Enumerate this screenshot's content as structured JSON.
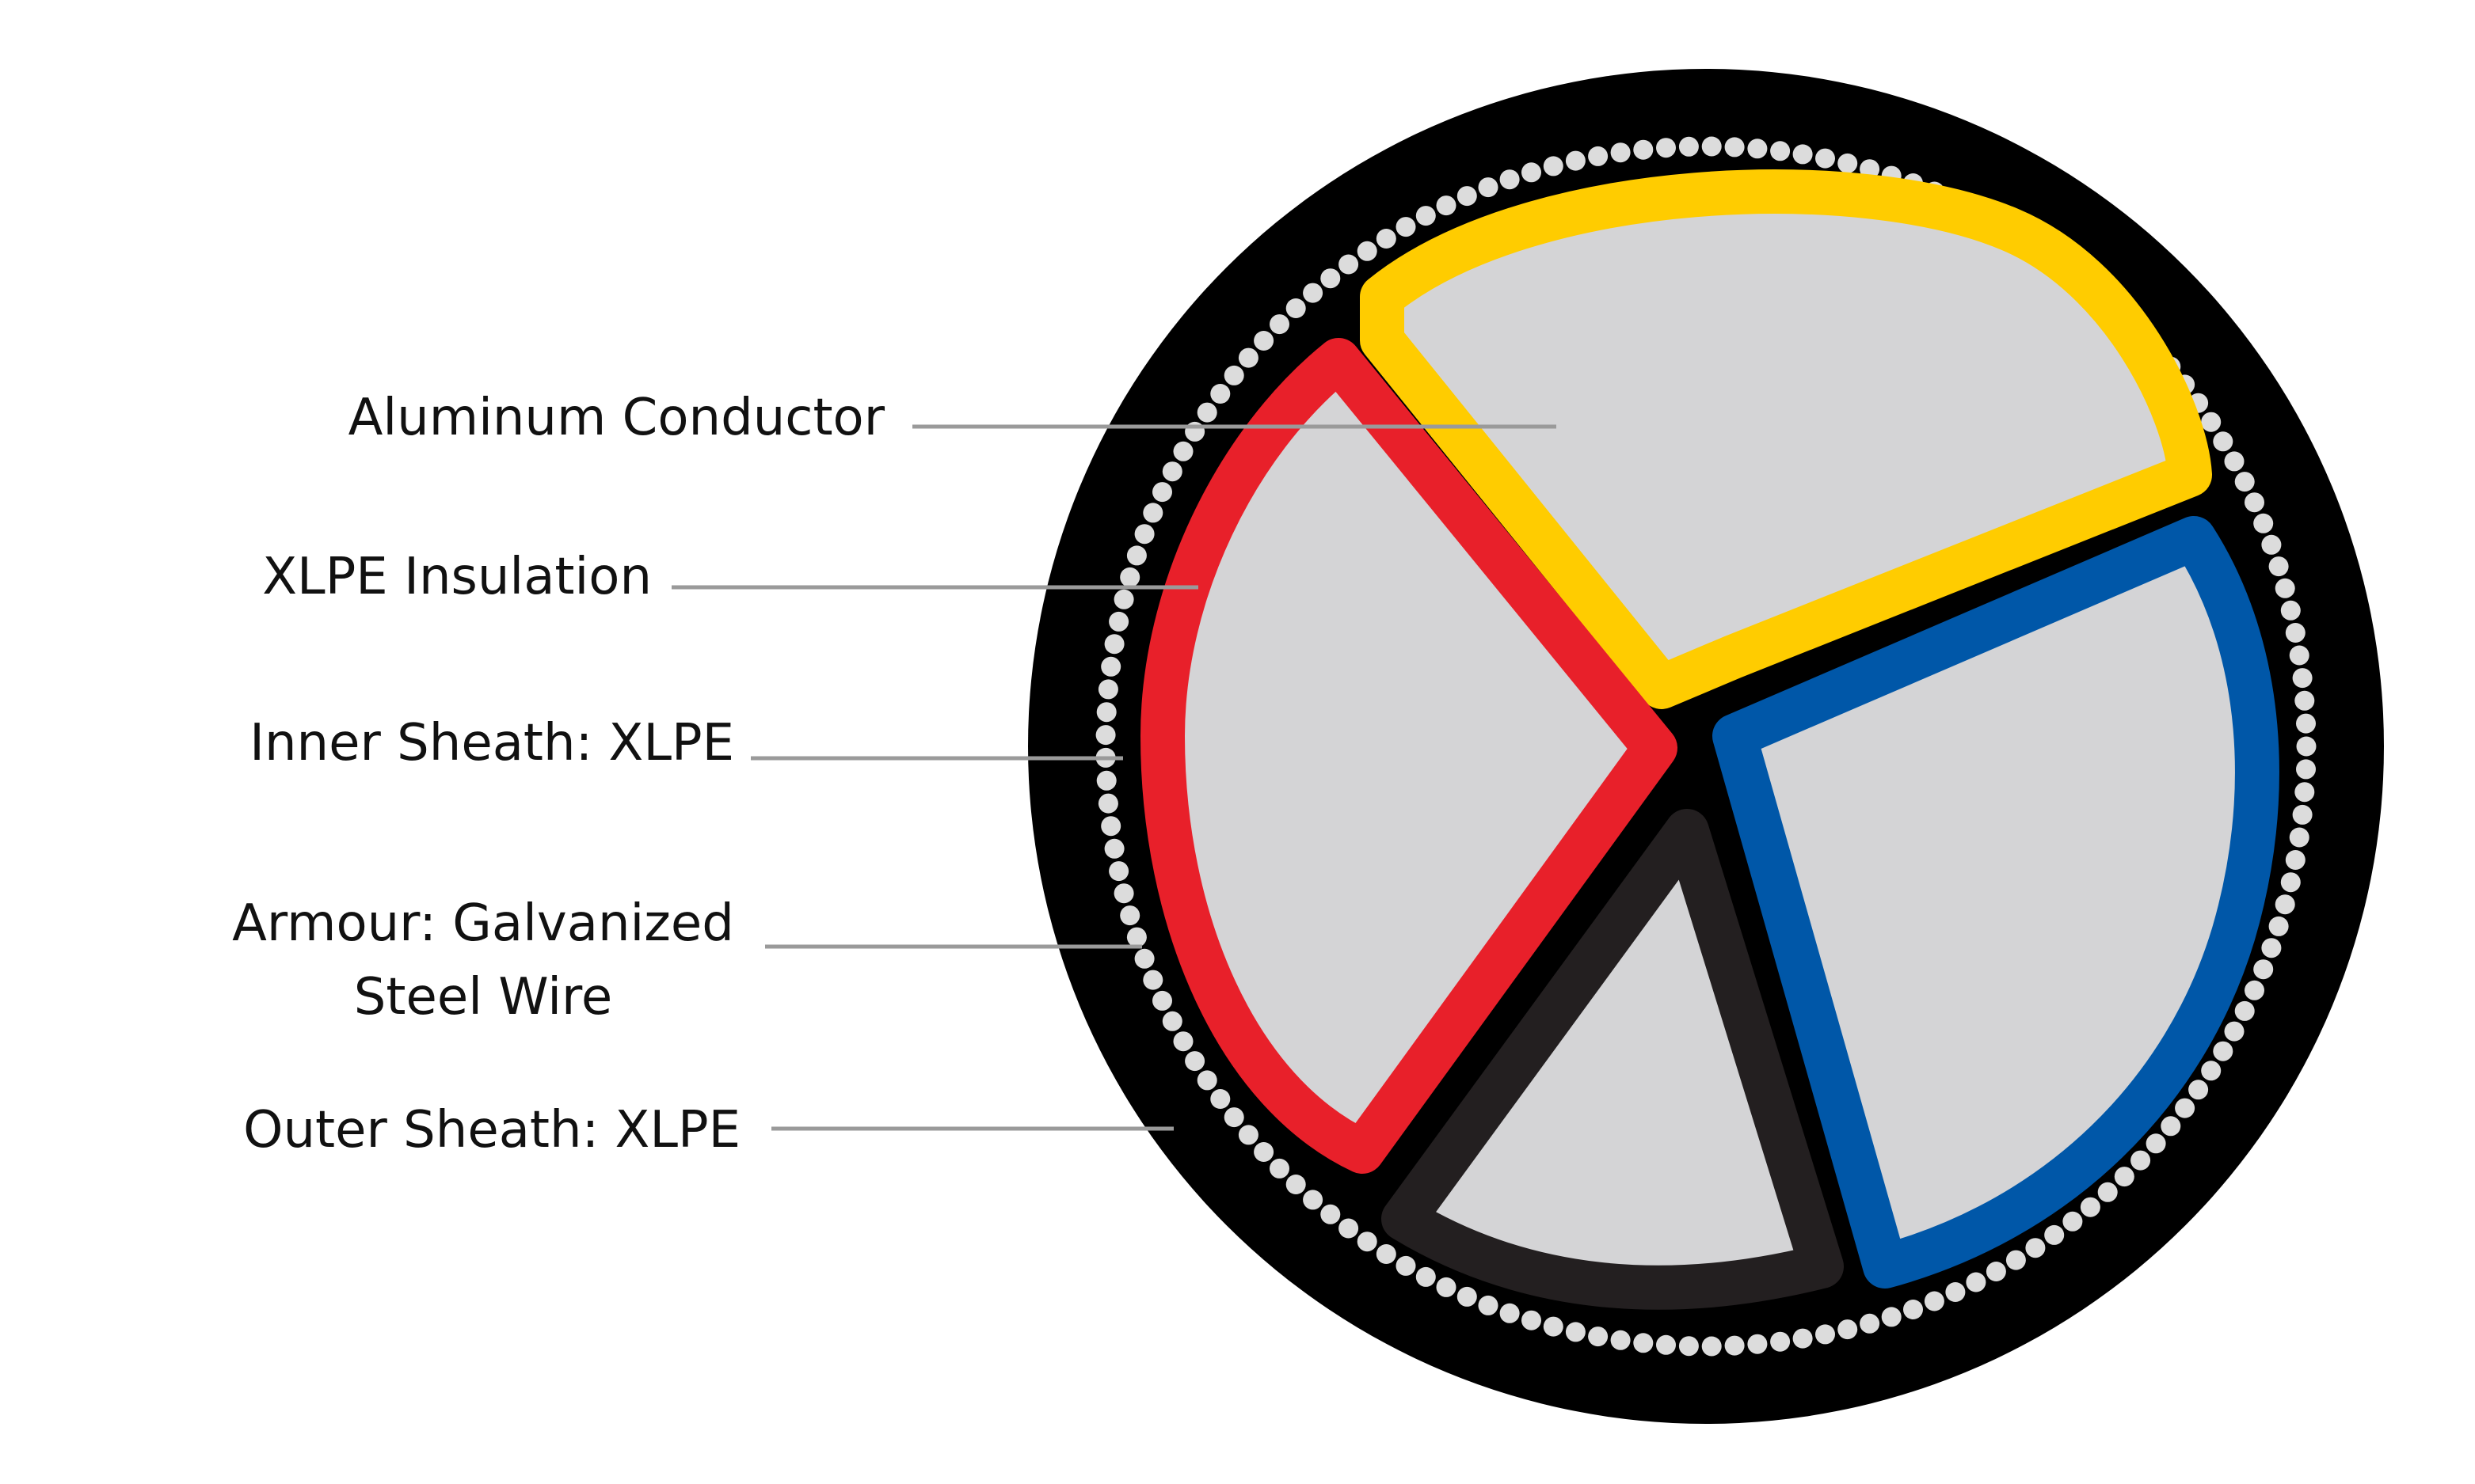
{
  "labels": {
    "conductor": "Aluminum Conductor",
    "insulation": "XLPE Insulation",
    "inner_sheath": "Inner Sheath: XLPE",
    "armour_line1": "Armour: Galvanized",
    "armour_line2": "Steel Wire",
    "outer_sheath": "Outer Sheath: XLPE"
  },
  "colors": {
    "outer_sheath": "#000000",
    "armour_wire": "#dcdcdc",
    "conductor_fill": "#d4d4d6",
    "strand_gap": "#8c8c8e",
    "core_yellow": "#ffcc00",
    "core_red": "#e8202a",
    "core_blue": "#0057a8",
    "core_black": "#231f20",
    "leader_line": "#9a9a9a"
  }
}
